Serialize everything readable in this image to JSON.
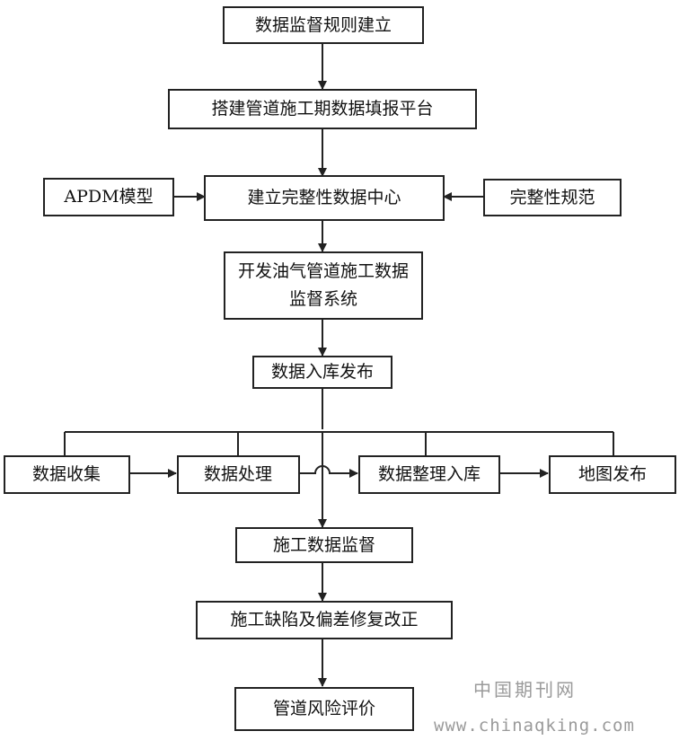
{
  "nodes": {
    "rules": "数据监督规则建立",
    "platform": "搭建管道施工期数据填报平台",
    "apdm": "APDM模型",
    "center": "建立完整性数据中心",
    "norm": "完整性规范",
    "system_line1": "开发油气管道施工数据",
    "system_line2": "监督系统",
    "publish": "数据入库发布",
    "collect": "数据收集",
    "process": "数据处理",
    "organize": "数据整理入库",
    "map": "地图发布",
    "supervise": "施工数据监督",
    "repair": "施工缺陷及偏差修复改正",
    "risk": "管道风险评价"
  },
  "watermark": {
    "site_name": "中国期刊网",
    "url": "www.chinaqking.com"
  },
  "colors": {
    "box_border": "#222222",
    "box_fill": "#ffffff",
    "line": "#222222",
    "watermark": "#9a9a9a"
  }
}
